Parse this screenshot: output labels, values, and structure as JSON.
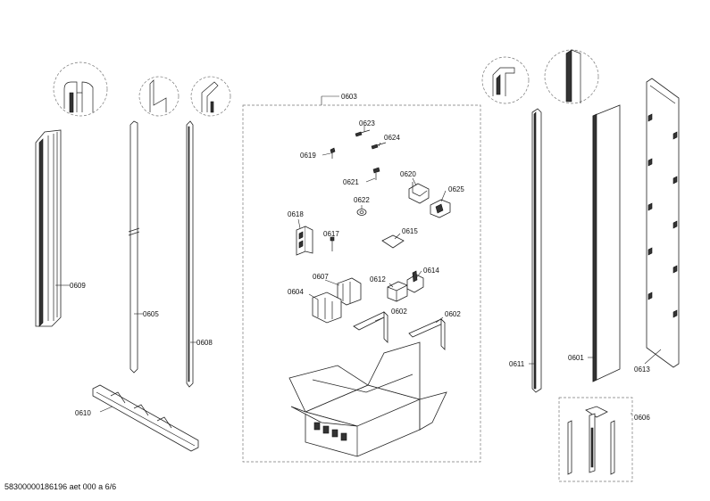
{
  "labels": {
    "p0601": "0601",
    "p0602a": "0602",
    "p0602b": "0602",
    "p0603": "0603",
    "p0604": "0604",
    "p0605": "0605",
    "p0606": "0606",
    "p0607": "0607",
    "p0608": "0608",
    "p0609": "0609",
    "p0610": "0610",
    "p0611": "0611",
    "p0612": "0612",
    "p0613": "0613",
    "p0614": "0614",
    "p0615": "0615",
    "p0617": "0617",
    "p0618": "0618",
    "p0619": "0619",
    "p0620": "0620",
    "p0621": "0621",
    "p0622": "0622",
    "p0623": "0623",
    "p0624": "0624",
    "p0625": "0625"
  },
  "footer": "58300000186196 aet 000 a 6/6"
}
